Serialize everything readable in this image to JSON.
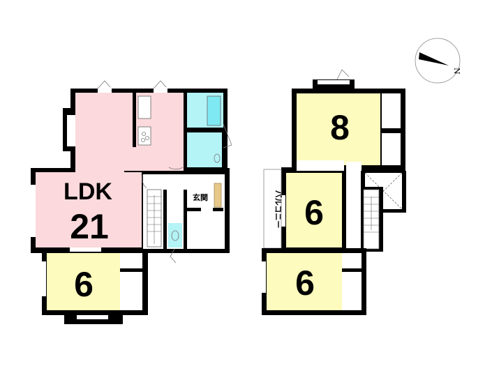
{
  "floor1": {
    "ldk_label": "LDK",
    "ldk_size": "21",
    "room_size": "6",
    "entrance_label": "玄関"
  },
  "floor2": {
    "room1_size": "8",
    "room2_size": "6",
    "room3_size": "6",
    "balcony_label": "バルコニー"
  },
  "compass": {
    "label": "N"
  },
  "colors": {
    "ldk": "#fbd9dc",
    "bedroom": "#fdfbbd",
    "wet_area": "#b4f3f6",
    "wall": "#000000"
  }
}
